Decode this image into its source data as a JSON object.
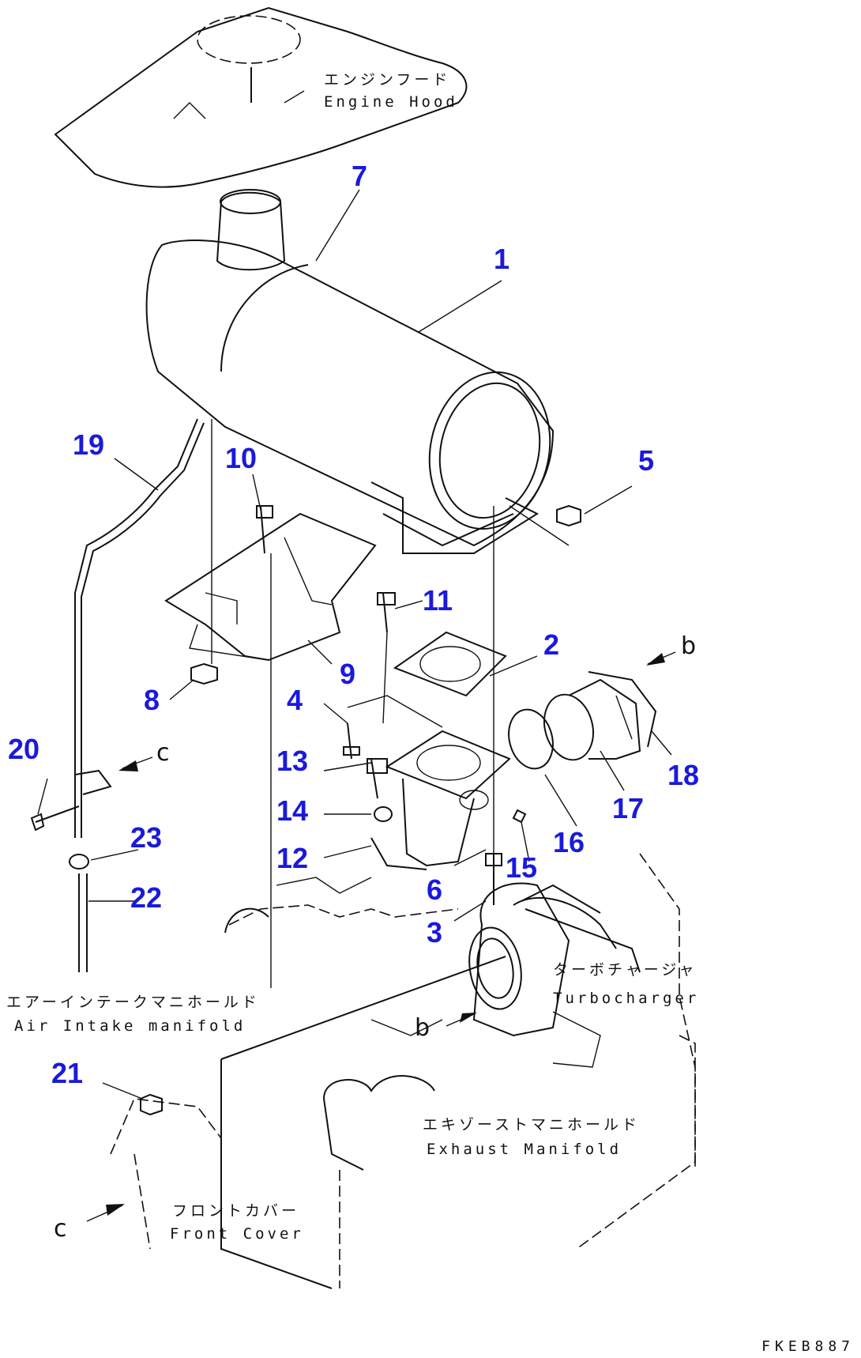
{
  "callouts": {
    "c1": "1",
    "c2": "2",
    "c3": "3",
    "c4": "4",
    "c5": "5",
    "c6": "6",
    "c7": "7",
    "c8": "8",
    "c9": "9",
    "c10": "10",
    "c11": "11",
    "c12": "12",
    "c13": "13",
    "c14": "14",
    "c15": "15",
    "c16": "16",
    "c17": "17",
    "c18": "18",
    "c19": "19",
    "c20": "20",
    "c21": "21",
    "c22": "22",
    "c23": "23"
  },
  "labels": {
    "engine_hood_jp": "エンジンフード",
    "engine_hood_en": "Engine Hood",
    "turbocharger_jp": "ターボチャージャ",
    "turbocharger_en": "Turbocharger",
    "air_intake_jp": "エアーインテークマニホールド",
    "air_intake_en": "Air Intake manifold",
    "exhaust_jp": "エキゾーストマニホールド",
    "exhaust_en": "Exhaust Manifold",
    "front_cover_jp": "フロントカバー",
    "front_cover_en": "Front Cover"
  },
  "refs": {
    "b_upper": "b",
    "b_lower": "b",
    "c_upper": "c",
    "c_lower": "c"
  },
  "drawing_code": "FKEB887",
  "colors": {
    "callout": "#1a1adc",
    "line": "#111111",
    "background": "#ffffff"
  }
}
